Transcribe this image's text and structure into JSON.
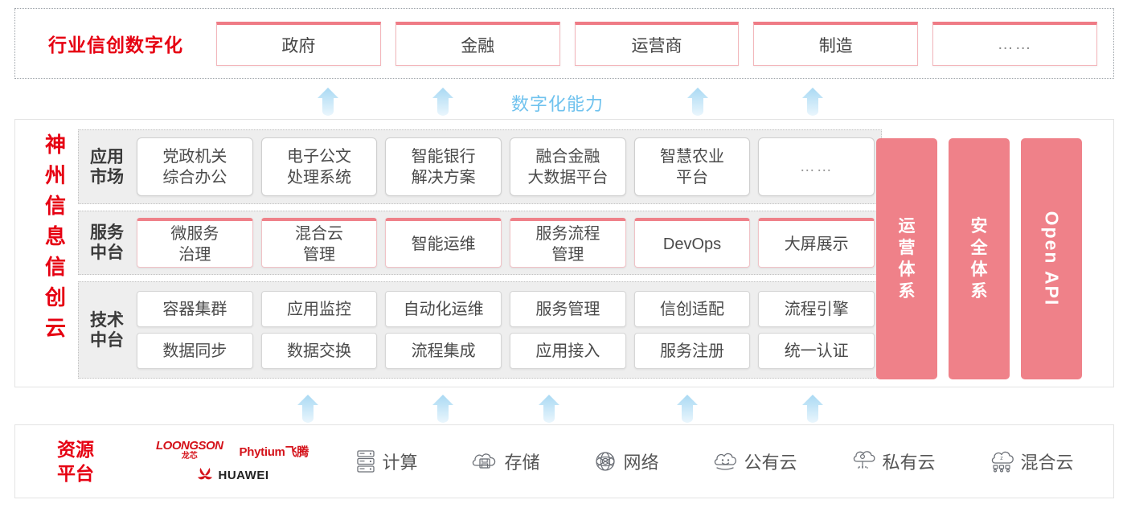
{
  "industry": {
    "title": "行业信创数字化",
    "cards": [
      "政府",
      "金融",
      "运营商",
      "制造",
      "……"
    ]
  },
  "capability_label": "数字化能力",
  "platform": {
    "title_chars": [
      "神",
      "州",
      "信",
      "息",
      "信",
      "创",
      "云"
    ],
    "rows": [
      {
        "label": [
          "应用",
          "市场"
        ],
        "cells": [
          "党政机关\n综合办公",
          "电子公文\n处理系统",
          "智能银行\n解决方案",
          "融合金融\n大数据平台",
          "智慧农业\n平台",
          "……"
        ]
      },
      {
        "label": [
          "服务",
          "中台"
        ],
        "cells": [
          "微服务\n治理",
          "混合云\n管理",
          "智能运维",
          "服务流程\n管理",
          "DevOps",
          "大屏展示"
        ]
      },
      {
        "label": [
          "技术",
          "中台"
        ],
        "cells_top": [
          "容器集群",
          "应用监控",
          "自动化运维",
          "服务管理",
          "信创适配",
          "流程引擎"
        ],
        "cells_bottom": [
          "数据同步",
          "数据交换",
          "流程集成",
          "应用接入",
          "服务注册",
          "统一认证"
        ]
      }
    ],
    "pillars": [
      {
        "kind": "vertical-chars",
        "chars": [
          "运",
          "营",
          "体",
          "系"
        ]
      },
      {
        "kind": "vertical-chars",
        "chars": [
          "安",
          "全",
          "体",
          "系"
        ]
      },
      {
        "kind": "rotated",
        "text": "Open API"
      }
    ]
  },
  "resource": {
    "title": [
      "资源",
      "平台"
    ],
    "vendors": [
      {
        "name": "LOONGSON",
        "sub": "龙芯"
      },
      {
        "name": "Phytium飞腾"
      },
      {
        "name": "HUAWEI"
      }
    ],
    "items": [
      {
        "label": "计算",
        "icon": "server-icon"
      },
      {
        "label": "存储",
        "icon": "cloud-storage-icon"
      },
      {
        "label": "网络",
        "icon": "network-mesh-icon"
      },
      {
        "label": "公有云",
        "icon": "public-cloud-icon"
      },
      {
        "label": "私有云",
        "icon": "private-cloud-icon"
      },
      {
        "label": "混合云",
        "icon": "hybrid-cloud-icon"
      }
    ]
  },
  "colors": {
    "brand_red": "#e60012",
    "pillar_pink": "#ef8189",
    "card_pink_border": "#ef7b86",
    "arrow_blue": "#bfe2f7",
    "capability_blue": "#6fc2ee",
    "band_gray": "#eeeeee"
  },
  "arrows": {
    "upper_x": [
      385,
      528,
      845,
      988
    ],
    "lower_x": [
      360,
      528,
      660,
      832,
      988
    ]
  }
}
